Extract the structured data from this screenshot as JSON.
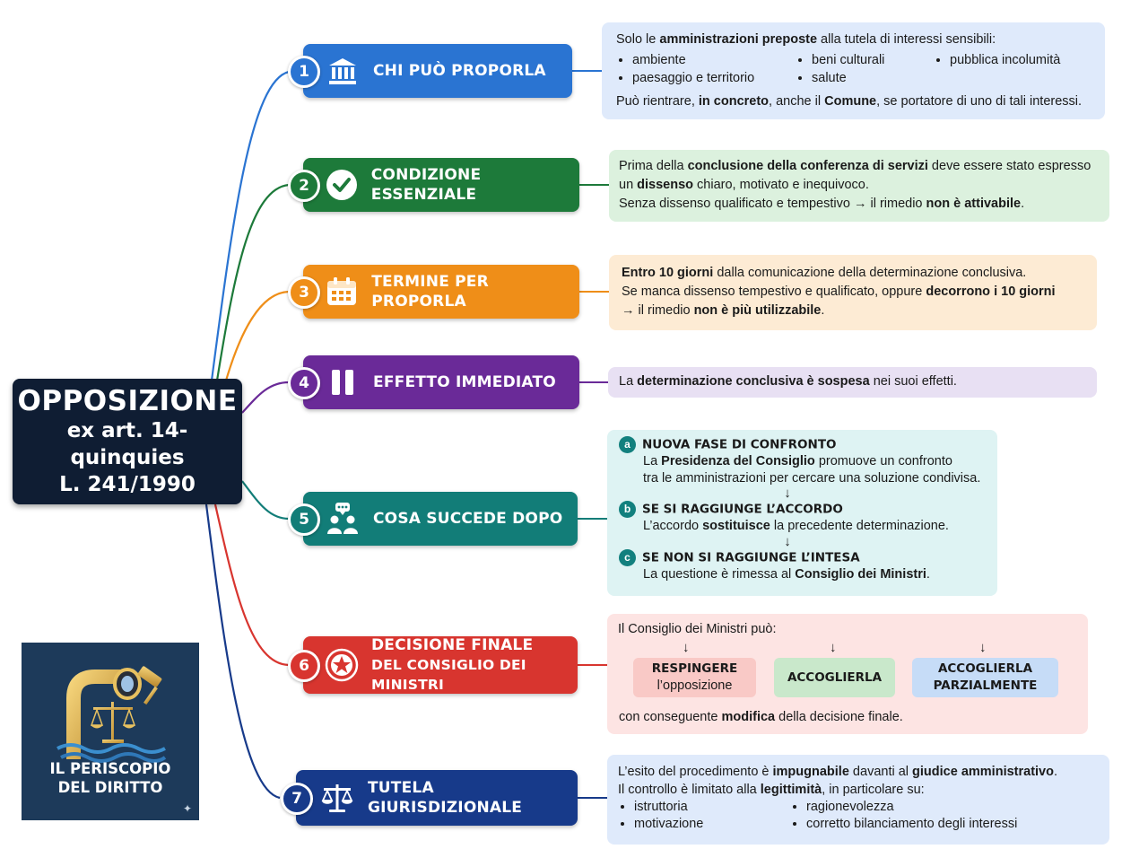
{
  "root": {
    "line1": "OPPOSIZIONE",
    "line2": "ex art. 14-quinquies",
    "line3": "L. 241/1990"
  },
  "colors": {
    "blue": "#2a74d2",
    "green": "#1d7a3a",
    "orange": "#ef8e18",
    "purple": "#6a2a98",
    "teal": "#127d78",
    "red": "#d8352f",
    "navy": "#173a8a"
  },
  "nodes": [
    {
      "num": "1",
      "label": "CHI PUÒ PROPORLA",
      "icon": "bank-icon"
    },
    {
      "num": "2",
      "label": "CONDIZIONE ESSENZIALE",
      "icon": "check-circle-icon"
    },
    {
      "num": "3",
      "label": "TERMINE PER PROPORLA",
      "icon": "calendar-icon"
    },
    {
      "num": "4",
      "label": "EFFETTO IMMEDIATO",
      "icon": "pause-icon"
    },
    {
      "num": "5",
      "label": "COSA SUCCEDE DOPO",
      "icon": "people-chat-icon"
    },
    {
      "num": "6",
      "label_line1": "DECISIONE FINALE",
      "label_line2": "DEL CONSIGLIO DEI MINISTRI",
      "icon": "emblem-icon"
    },
    {
      "num": "7",
      "label_line1": "TUTELA",
      "label_line2": "GIURISDIZIONALE",
      "icon": "scales-icon"
    }
  ],
  "card1": {
    "intro_a": "Solo le ",
    "intro_b": "amministrazioni preposte",
    "intro_c": " alla tutela di interessi sensibili:",
    "col1": [
      "ambiente",
      "paesaggio e territorio"
    ],
    "col2": [
      "beni culturali",
      "salute"
    ],
    "col3": [
      "pubblica incolumità"
    ],
    "foot_a": "Può rientrare, ",
    "foot_b": "in concreto",
    "foot_c": ", anche il ",
    "foot_d": "Comune",
    "foot_e": ", se portatore di uno di tali interessi."
  },
  "card2": {
    "l1_a": "Prima della ",
    "l1_b": "conclusione della conferenza di servizi",
    "l1_c": " deve essere stato espresso",
    "l2_a": "un ",
    "l2_b": "dissenso",
    "l2_c": " chiaro, motivato e inequivoco.",
    "l3_a": "Senza dissenso qualificato e tempestivo → il rimedio ",
    "l3_b": "non è attivabile",
    "l3_c": "."
  },
  "card3": {
    "l1_a": "Entro 10 giorni",
    "l1_b": " dalla comunicazione della determinazione conclusiva.",
    "l2_a": "Se manca dissenso tempestivo e qualificato, oppure ",
    "l2_b": "decorrono i 10 giorni",
    "l3_a": "→ il rimedio ",
    "l3_b": "non è più utilizzabile",
    "l3_c": "."
  },
  "card4": {
    "a": "La ",
    "b": "determinazione conclusiva è sospesa",
    "c": " nei suoi effetti."
  },
  "card5": {
    "a_badge": "a",
    "a_title": "NUOVA FASE DI CONFRONTO",
    "a_l1_a": "La ",
    "a_l1_b": "Presidenza del Consiglio",
    "a_l1_c": " promuove un confronto",
    "a_l2": "tra le amministrazioni per cercare una soluzione condivisa.",
    "arrow": "↓",
    "b_badge": "b",
    "b_title": "SE SI RAGGIUNGE L’ACCORDO",
    "b_l1_a": "L’accordo ",
    "b_l1_b": "sostituisce",
    "b_l1_c": " la precedente determinazione.",
    "c_badge": "c",
    "c_title": "SE NON SI RAGGIUNGE L’INTESA",
    "c_l1_a": "La questione è rimessa al ",
    "c_l1_b": "Consiglio dei Ministri",
    "c_l1_c": "."
  },
  "card6": {
    "intro": "Il Consiglio dei Ministri può:",
    "arrow": "↓",
    "opt1_a": "RESPINGERE",
    "opt1_b": "l’opposizione",
    "opt2": "ACCOGLIERLA",
    "opt3_a": "ACCOGLIERLA",
    "opt3_b": "PARZIALMENTE",
    "foot_a": "con conseguente ",
    "foot_b": "modifica",
    "foot_c": " della decisione finale."
  },
  "card7": {
    "l1_a": "L’esito del procedimento è ",
    "l1_b": "impugnabile",
    "l1_c": " davanti al ",
    "l1_d": "giudice amministrativo",
    "l1_e": ".",
    "l2_a": "Il controllo è limitato alla ",
    "l2_b": "legittimità",
    "l2_c": ", in particolare su:",
    "col1": [
      "istruttoria",
      "motivazione"
    ],
    "col2": [
      "ragionevolezza",
      "corretto bilanciamento degli interessi"
    ]
  },
  "logo": {
    "line1": "IL PERISCOPIO",
    "line2": "DEL DIRITTO",
    "mark": "✦"
  }
}
